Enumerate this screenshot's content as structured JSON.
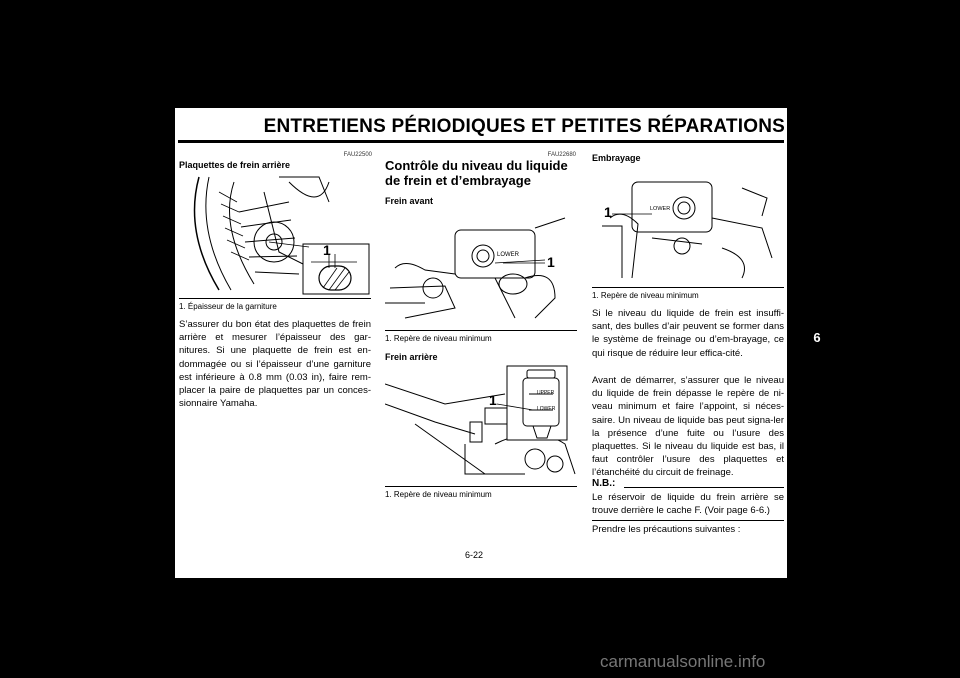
{
  "header": {
    "title": "ENTRETIENS PÉRIODIQUES ET PETITES RÉPARATIONS"
  },
  "left_col": {
    "code": "FAU22500",
    "heading": "Plaquettes de frein arrière",
    "figure_label": "1",
    "caption": "1.  Épaisseur de la garniture",
    "body": "S’assurer du bon état des plaquettes de frein arrière et mesurer l’épaisseur des gar-nitures. Si une plaquette de frein est en-dommagée ou si l’épaisseur d’une garniture est inférieure à 0.8 mm (0.03 in), faire rem-placer la paire de plaquettes par un conces-sionnaire Yamaha."
  },
  "mid_col": {
    "code": "FAU22680",
    "heading": "Contrôle du niveau du liquide de frein et d’embrayage",
    "sub1": "Frein avant",
    "fig1_label": "1",
    "fig1_lower": "LOWER",
    "caption1": "1.  Repère de niveau minimum",
    "sub2": "Frein arrière",
    "fig2_label": "1",
    "fig2_upper": "UPPER",
    "fig2_lower": "LOWER",
    "caption2": "1.  Repère de niveau minimum"
  },
  "right_col": {
    "sub": "Embrayage",
    "fig_label": "1",
    "fig_lower": "LOWER",
    "caption": "1.  Repère de niveau minimum",
    "body1": "Si le niveau du liquide de frein est insuffi-sant, des bulles d’air peuvent se former dans le système de freinage ou d’em-brayage, ce qui risque de réduire leur effica-cité.",
    "body2": "Avant de démarrer, s’assurer que le niveau du liquide de frein dépasse le repère de ni-veau minimum et faire l’appoint, si néces-saire. Un niveau de liquide bas peut signa-ler la présence d’une fuite ou l’usure des plaquettes. Si le niveau du liquide est bas, il faut contrôler l’usure des plaquettes et l’étanchéité du circuit de freinage.",
    "nb_label": "N.B.:",
    "nb_text": "Le réservoir de liquide du frein arrière se trouve derrière le cache F. (Voir page 6-6.)",
    "after_nb": "Prendre les précautions suivantes :"
  },
  "side_tab": "6",
  "page_number": "6-22",
  "watermark": "carmanualsonline.info"
}
